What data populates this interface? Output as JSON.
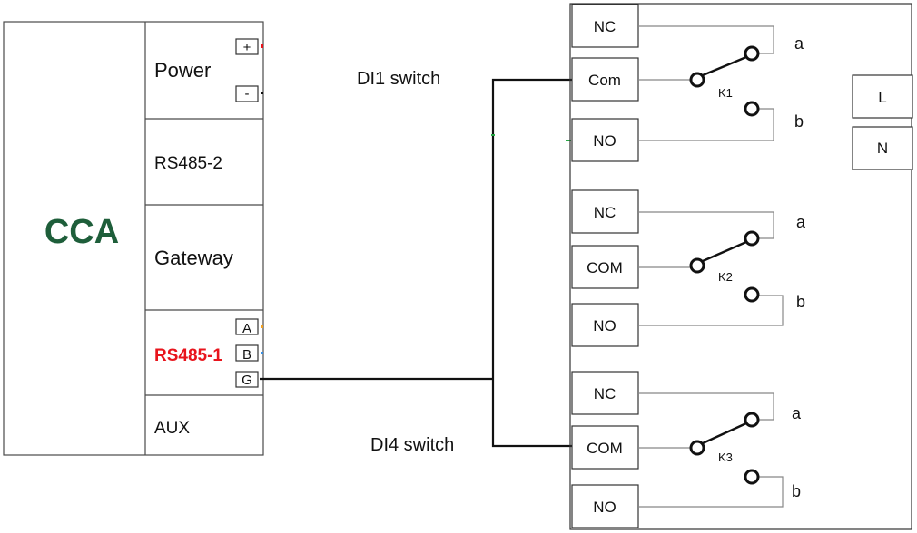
{
  "cca": {
    "title": "CCA",
    "title_color": "#1e5e3a",
    "ports": {
      "power": "Power",
      "rs485_2": "RS485-2",
      "gateway": "Gateway",
      "rs485_1": "RS485-1",
      "rs485_1_color": "#e8141c",
      "aux": "AUX"
    },
    "terminals": {
      "plus": "+",
      "minus": "-",
      "a": "A",
      "b": "B",
      "g": "G"
    }
  },
  "switch_labels": {
    "di1": "DI1 switch",
    "di4": "DI4 switch"
  },
  "relay_board": {
    "relays": [
      {
        "name": "K1",
        "nc": "NC",
        "com": "Com",
        "no": "NO",
        "a": "a",
        "b": "b"
      },
      {
        "name": "K2",
        "nc": "NC",
        "com": "COM",
        "no": "NO",
        "a": "a",
        "b": "b"
      },
      {
        "name": "K3",
        "nc": "NC",
        "com": "COM",
        "no": "NO",
        "a": "a",
        "b": "b"
      }
    ],
    "power_terminals": {
      "l": "L",
      "n": "N"
    }
  }
}
